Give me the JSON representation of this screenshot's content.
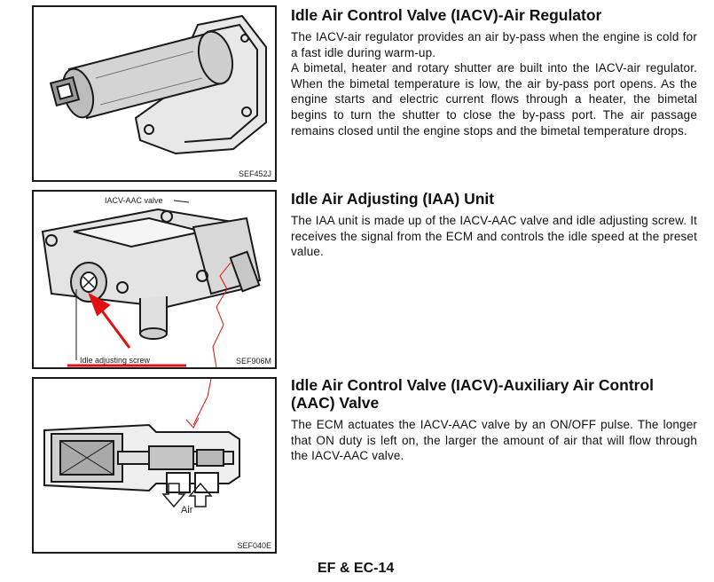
{
  "figures": {
    "fig1": {
      "code": "SEF452J"
    },
    "fig2": {
      "code": "SEF906M",
      "callout_valve": "IACV-AAC valve",
      "callout_screw": "Idle adjusting screw"
    },
    "fig3": {
      "code": "SEF040E",
      "callout_air": "Air"
    }
  },
  "sections": [
    {
      "title": "Idle Air Control Valve (IACV)-Air Regulator",
      "paragraphs": [
        "The IACV-air regulator provides an air by-pass when the engine is cold for a fast idle during warm-up.",
        "A bimetal, heater and rotary shutter are built into the IACV-air regulator. When the bimetal temperature is low, the air by-pass port opens. As the engine starts and electric current flows through a heater, the bimetal begins to turn the shutter to close the by-pass port. The air passage remains closed until the engine stops and the bimetal temperature drops."
      ]
    },
    {
      "title": "Idle Air Adjusting (IAA) Unit",
      "paragraphs": [
        "The IAA unit is made up of the IACV-AAC valve and idle adjusting screw. It receives the signal from the ECM and controls the idle speed at the preset value."
      ]
    },
    {
      "title": "Idle Air Control Valve (IACV)-Auxiliary Air Control (AAC) Valve",
      "paragraphs": [
        "The ECM actuates the IACV-AAC valve by an ON/OFF pulse. The longer that ON duty is left on, the larger the amount of air that will flow through the IACV-AAC valve."
      ]
    }
  ],
  "footer": {
    "page_label": "EF & EC-14"
  },
  "annotation_color": "#e01010"
}
